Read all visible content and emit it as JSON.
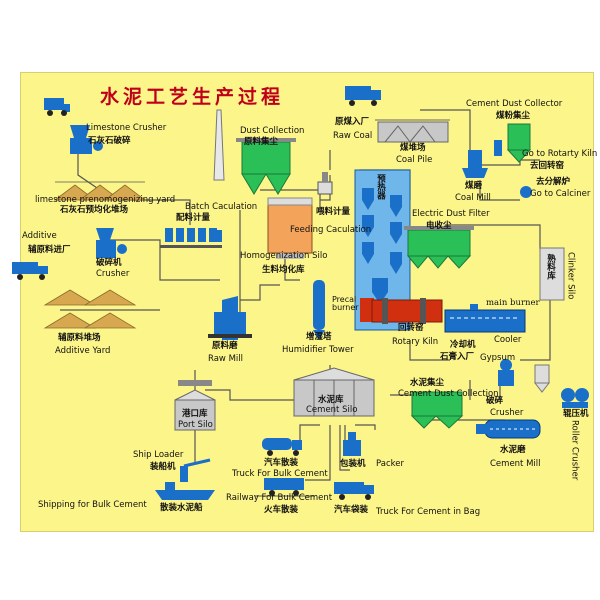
{
  "title": "水泥工艺生产过程",
  "labels": {
    "limestone_crusher_en": "Limestone Crusher",
    "limestone_crusher_cn": "石灰石破碎",
    "limestone_yard_en": "limestone prenomogenizing yard",
    "limestone_yard_cn": "石灰石预均化堆场",
    "batch_en": "Batch Caculation",
    "batch_cn": "配料计量",
    "additive_en": "Additive",
    "additive_cn": "辅原料进厂",
    "crusher_cn": "破碎机",
    "crusher_en": "Crusher",
    "additive_yard_cn": "辅原料堆场",
    "additive_yard_en": "Additive Yard",
    "dust_collection_en": "Dust Collection",
    "dust_collection_cn": "原料集尘",
    "homog_en": "Homogenization Silo",
    "homog_cn": "生料均化库",
    "feeding_cn": "喂料计量",
    "feeding_en": "Feeding Caculation",
    "raw_mill_cn": "原料磨",
    "raw_mill_en": "Raw Mill",
    "humidifier_cn": "增湿塔",
    "humidifier_en": "Humidifier Tower",
    "preheater_cn": "预热器",
    "precal_en": "Precal burner",
    "raw_coal_cn": "原煤入厂",
    "raw_coal_en": "Raw Coal",
    "coal_pile_cn": "煤堆场",
    "coal_pile_en": "Coal Pile",
    "cement_dust_collector_en": "Cement Dust Collector",
    "coal_dust_cn": "煤粉集尘",
    "coal_mill_cn": "煤磨",
    "coal_mill_en": "Coal Mill",
    "to_kiln_en": "Go to Rotarty Kiln",
    "to_kiln_cn": "去回转窑",
    "to_calciner_cn": "去分解炉",
    "to_calciner_en": "Go to Calciner",
    "edf_en": "Electric Dust Filter",
    "edf_cn": "电收尘",
    "clinker_silo_cn": "熟料库",
    "clinker_silo_en": "Clinker Silo",
    "main_burner_en": "main burner",
    "rotary_kiln_cn": "回转窑",
    "rotary_kiln_en": "Rotary Kiln",
    "cooler_cn": "冷却机",
    "cooler_en": "Cooler",
    "gypsum_cn": "石膏入厂",
    "gypsum_en": "Gypsum",
    "cement_dust_cn": "水泥集尘",
    "cement_dust_en": "Cement Dust Collection",
    "crusher2_cn": "破碎",
    "crusher2_en": "Crusher",
    "roller_cn": "辊压机",
    "roller_en": "Roller Crusher",
    "cement_mill_cn": "水泥磨",
    "cement_mill_en": "Cement Mill",
    "cement_silo_cn": "水泥库",
    "cement_silo_en": "Cement Silo",
    "port_silo_cn": "港口库",
    "port_silo_en": "Port Silo",
    "ship_loader_en": "Ship Loader",
    "ship_loader_cn": "装船机",
    "ship_bulk_en": "Shipping for Bulk Cement",
    "ship_bulk_cn": "散装水泥船",
    "truck_bulk_cn": "汽车散装",
    "truck_bulk_en": "Truck For Bulk Cement",
    "packer_cn": "包装机",
    "packer_en": "Packer",
    "railway_en": "Railway For Bulk Cement",
    "railway_cn": "火车散装",
    "truck_bag_cn": "汽车袋装",
    "truck_bag_en": "Truck For Cement in Bag"
  },
  "colors": {
    "background": "#fcf58a",
    "title": "#c0001a",
    "equipment": "#1a6fc9",
    "dust_collector": "#2bbf57",
    "silo_grey": "#c8c8c8",
    "kiln": "#d03010",
    "pile": "#d8a850",
    "flow_line": "#555555"
  }
}
